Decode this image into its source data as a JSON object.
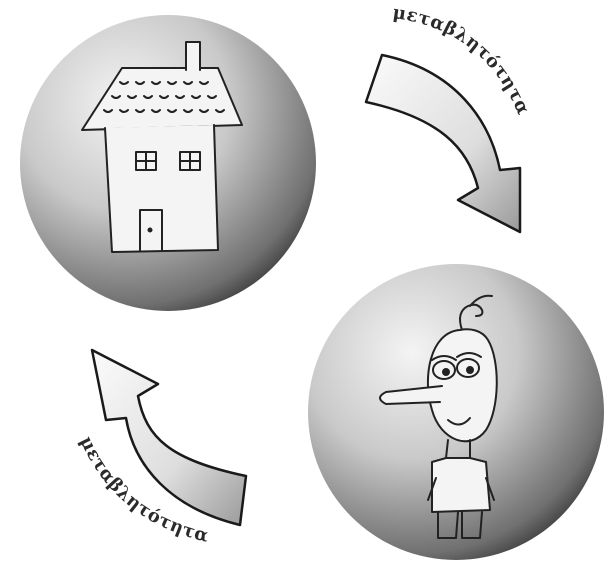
{
  "diagram": {
    "arrows": [
      {
        "label": "μεταβλητότητα",
        "direction": "clockwise-down"
      },
      {
        "label": "μεταβλητότητα",
        "direction": "clockwise-up"
      }
    ],
    "circles": [
      {
        "content": "house-drawing"
      },
      {
        "content": "person-drawing"
      }
    ]
  }
}
